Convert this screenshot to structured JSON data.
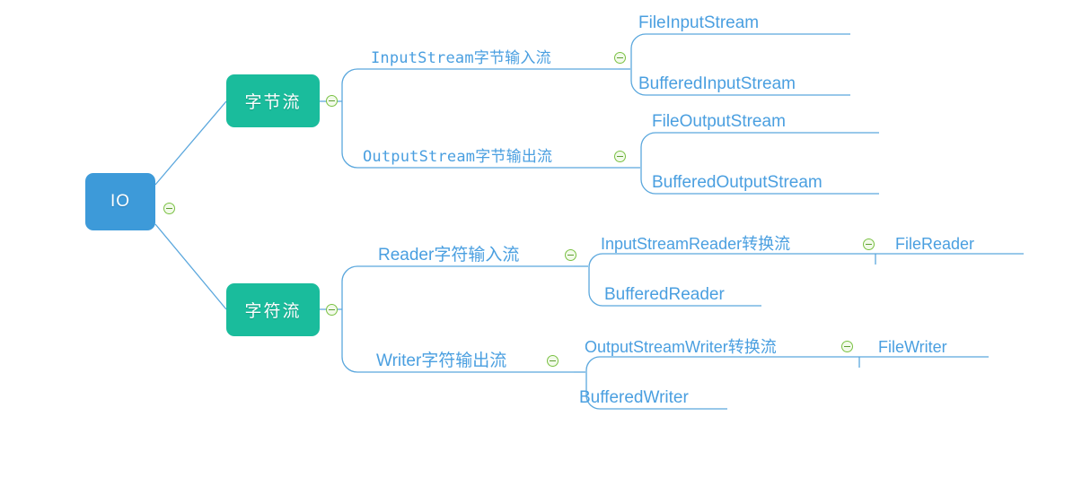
{
  "diagram": {
    "type": "mind-map",
    "title": "IO",
    "orientation": "left-to-right",
    "colors": {
      "root_node": "#3d9ad9",
      "branch_node": "#1abc9c",
      "connector_line": "#5aa7dd",
      "label_text": "#4a9fe0",
      "toggle_border": "#7ac143",
      "toggle_glyph": "#5f9e33",
      "background": "#ffffff"
    },
    "root": {
      "label": "IO",
      "toggle_icon": "collapse-minus-icon"
    },
    "branches": [
      {
        "id": "byte-stream",
        "label": "字节流",
        "toggle_icon": "collapse-minus-icon",
        "children": [
          {
            "id": "input-stream",
            "label": "InputStream字节输入流",
            "toggle_icon": "collapse-minus-icon",
            "children": [
              {
                "id": "file-input-stream",
                "label": "FileInputStream"
              },
              {
                "id": "buffered-input-stream",
                "label": "BufferedInputStream"
              }
            ]
          },
          {
            "id": "output-stream",
            "label": "OutputStream字节输出流",
            "toggle_icon": "collapse-minus-icon",
            "children": [
              {
                "id": "file-output-stream",
                "label": "FileOutputStream"
              },
              {
                "id": "buffered-output-stream",
                "label": "BufferedOutputStream"
              }
            ]
          }
        ]
      },
      {
        "id": "char-stream",
        "label": "字符流",
        "toggle_icon": "collapse-minus-icon",
        "children": [
          {
            "id": "reader",
            "label": "Reader字符输入流",
            "toggle_icon": "collapse-minus-icon",
            "children": [
              {
                "id": "input-stream-reader",
                "label": "InputStreamReader转换流",
                "toggle_icon": "collapse-minus-icon",
                "children": [
                  {
                    "id": "file-reader",
                    "label": "FileReader"
                  }
                ]
              },
              {
                "id": "buffered-reader",
                "label": "BufferedReader"
              }
            ]
          },
          {
            "id": "writer",
            "label": "Writer字符输出流",
            "toggle_icon": "collapse-minus-icon",
            "children": [
              {
                "id": "output-stream-writer",
                "label": "OutputStreamWriter转换流",
                "toggle_icon": "collapse-minus-icon",
                "children": [
                  {
                    "id": "file-writer",
                    "label": "FileWriter"
                  }
                ]
              },
              {
                "id": "buffered-writer",
                "label": "BufferedWriter"
              }
            ]
          }
        ]
      }
    ]
  }
}
